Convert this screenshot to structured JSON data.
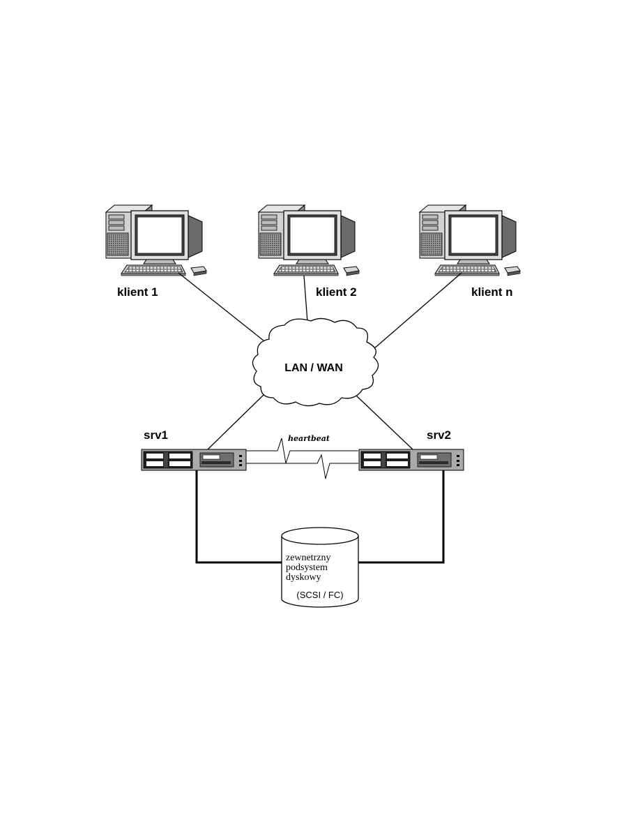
{
  "diagram": {
    "clients": [
      {
        "label": "klient 1"
      },
      {
        "label": "klient 2"
      },
      {
        "label": "klient n"
      }
    ],
    "network": {
      "label": "LAN / WAN"
    },
    "servers": [
      {
        "label": "srv1"
      },
      {
        "label": "srv2"
      }
    ],
    "heartbeat": {
      "label": "heartbeat"
    },
    "storage": {
      "lines": [
        "zewnetrzny",
        "podsystem",
        "dyskowy"
      ],
      "interface": "(SCSI / FC)"
    }
  }
}
